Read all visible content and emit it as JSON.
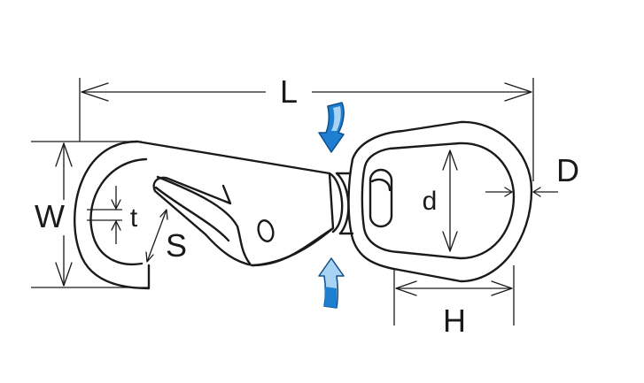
{
  "labels": {
    "length": "L",
    "width": "W",
    "thickness": "t",
    "gap": "S",
    "eye_inner": "d",
    "eye_wire": "D",
    "eye_height": "H"
  },
  "colors": {
    "line": "#1a1a1a",
    "swivel_arrow_blue": "#1e7fd0",
    "swivel_arrow_light": "#a9d3f2",
    "swivel_arrow_dark": "#0e4f8a"
  },
  "icons": {
    "swivel_top": "swivel-arrow-down-icon",
    "swivel_bottom": "swivel-arrow-up-icon"
  }
}
